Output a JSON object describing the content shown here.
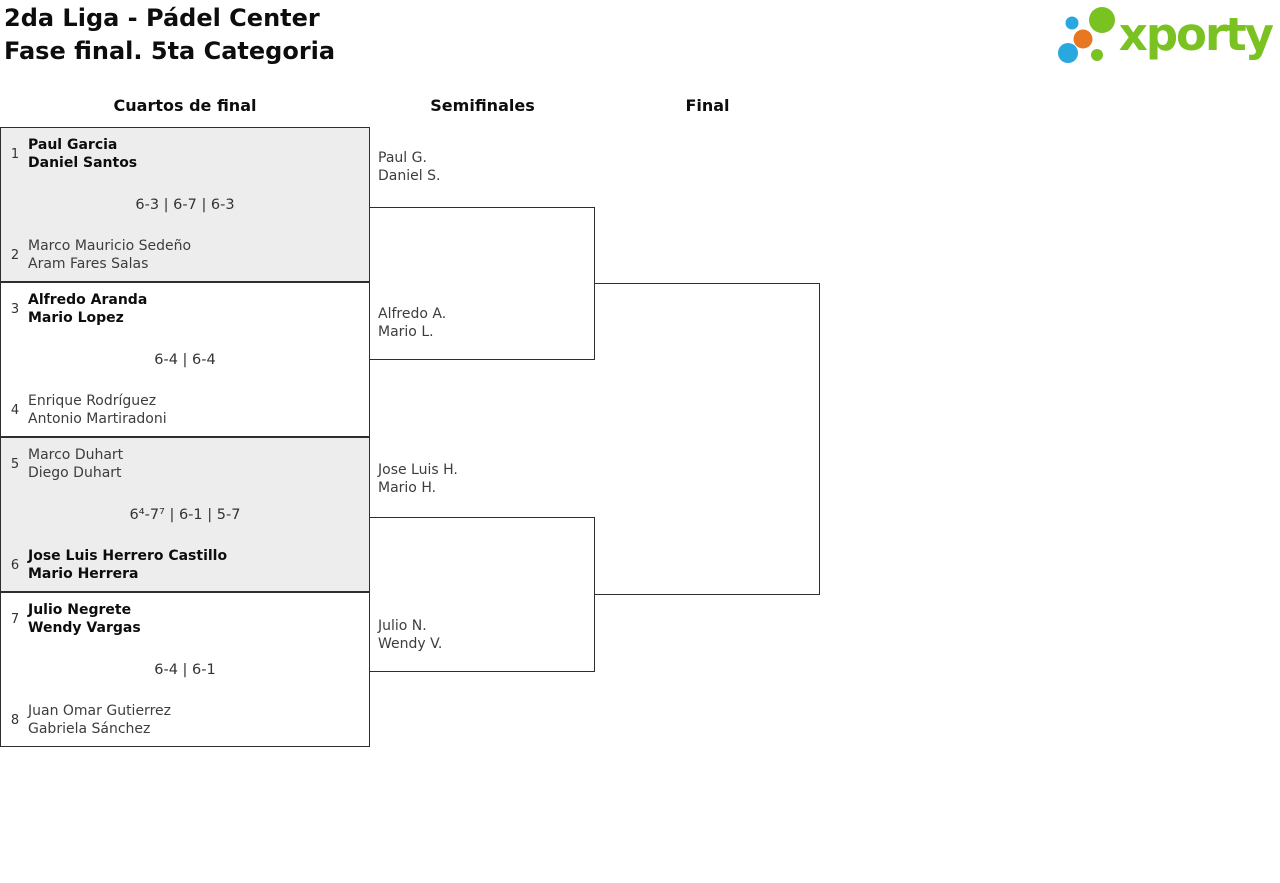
{
  "header": {
    "title_line1": "2da Liga - Pádel Center",
    "title_line2": "Fase final. 5ta Categoria",
    "logo_text": "xporty"
  },
  "logo": {
    "colors": {
      "green": "#7ac122",
      "blue": "#29a8e0",
      "orange": "#e87722"
    }
  },
  "columns": {
    "quarterfinals": "Cuartos de final",
    "semifinals": "Semifinales",
    "final": "Final"
  },
  "quarterfinals": [
    {
      "seed1": "1",
      "team1": [
        "Paul Garcia",
        "Daniel Santos"
      ],
      "team1_winner": true,
      "score": "6-3 | 6-7 | 6-3",
      "seed2": "2",
      "team2": [
        "Marco Mauricio Sedeño",
        "Aram Fares Salas"
      ],
      "team2_winner": false
    },
    {
      "seed1": "3",
      "team1": [
        "Alfredo Aranda",
        "Mario Lopez"
      ],
      "team1_winner": true,
      "score": "6-4 | 6-4",
      "seed2": "4",
      "team2": [
        "Enrique Rodríguez",
        "Antonio Martiradoni"
      ],
      "team2_winner": false
    },
    {
      "seed1": "5",
      "team1": [
        "Marco Duhart",
        "Diego Duhart"
      ],
      "team1_winner": false,
      "score": "6⁴-7⁷ | 6-1 | 5-7",
      "seed2": "6",
      "team2": [
        "Jose Luis Herrero Castillo",
        "Mario Herrera"
      ],
      "team2_winner": true
    },
    {
      "seed1": "7",
      "team1": [
        "Julio Negrete",
        "Wendy Vargas"
      ],
      "team1_winner": true,
      "score": "6-4 | 6-1",
      "seed2": "8",
      "team2": [
        "Juan Omar Gutierrez",
        "Gabriela Sánchez"
      ],
      "team2_winner": false
    }
  ],
  "semifinals": [
    {
      "team1": [
        "Paul G.",
        "Daniel S."
      ],
      "team2": [
        "Alfredo A.",
        "Mario L."
      ]
    },
    {
      "team1": [
        "Jose Luis H.",
        "Mario H."
      ],
      "team2": [
        "Julio N.",
        "Wendy V."
      ]
    }
  ]
}
